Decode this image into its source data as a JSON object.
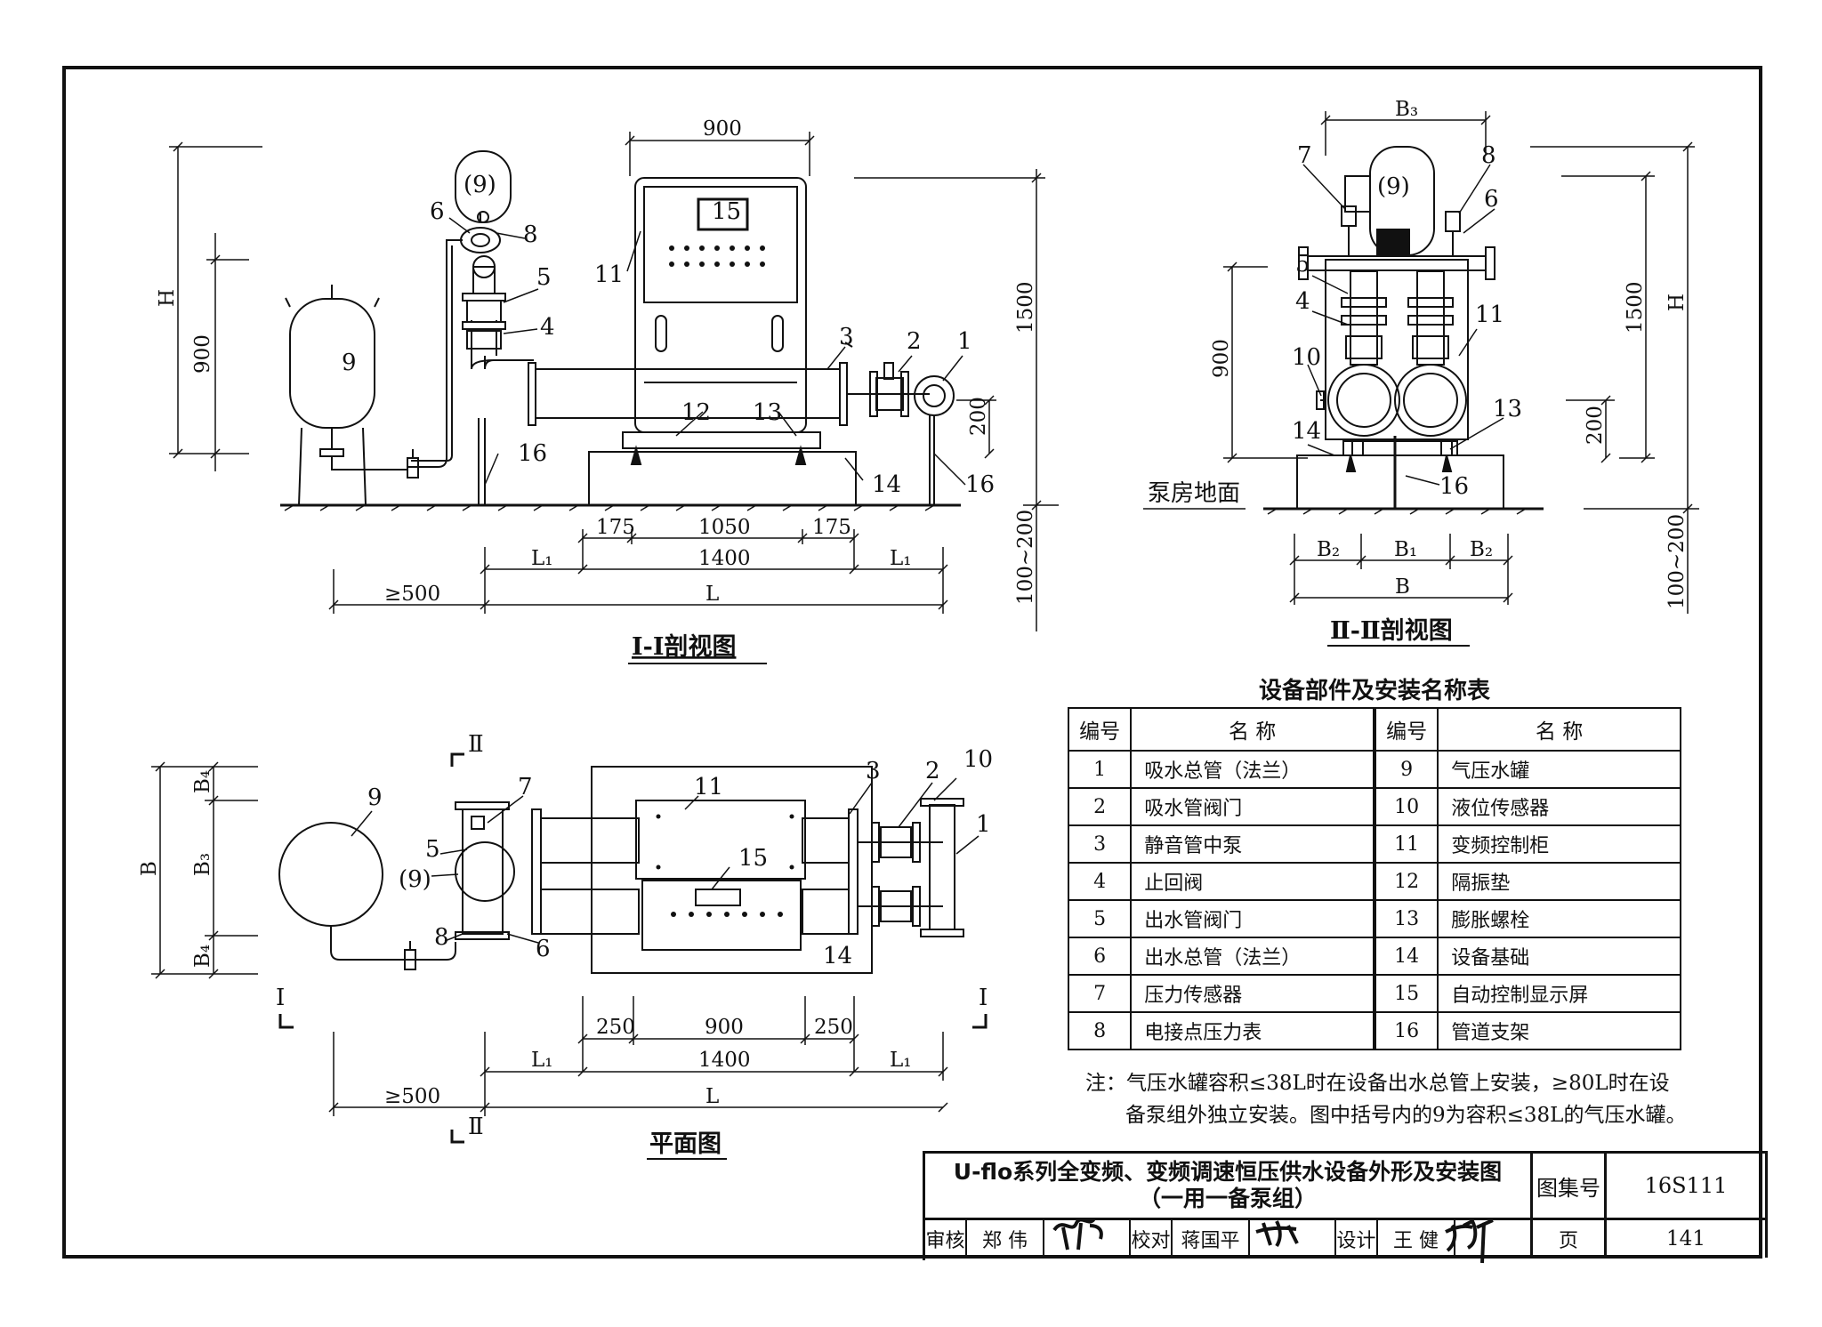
{
  "section1": {
    "caption": "Ⅰ-Ⅰ剖视图",
    "dims": {
      "d900": "900",
      "d1500": "1500",
      "d200": "200",
      "dH": "H",
      "dv900": "900",
      "d175a": "175",
      "d1050": "1050",
      "d175b": "175",
      "d1400": "1400",
      "dL1a": "L₁",
      "dL1b": "L₁",
      "d500": "≥500",
      "dL": "L",
      "d100_200": "100~200"
    },
    "labels": {
      "n1": "1",
      "n2": "2",
      "n3": "3",
      "n4": "4",
      "n5": "5",
      "n6": "6",
      "n8": "8",
      "n9": "9",
      "n9p": "(9)",
      "n11": "11",
      "n12": "12",
      "n13": "13",
      "n14": "14",
      "n15": "15",
      "n16a": "16",
      "n16b": "16"
    }
  },
  "section2": {
    "caption": "Ⅱ-Ⅱ剖视图",
    "floor_label": "泵房地面",
    "dims": {
      "dB3": "B₃",
      "d1500": "1500",
      "dH": "H",
      "d900": "900",
      "d200": "200",
      "d100_200": "100~200",
      "dB2a": "B₂",
      "dB1": "B₁",
      "dB2b": "B₂",
      "dB": "B"
    },
    "labels": {
      "n4": "4",
      "n5": "5",
      "n6": "6",
      "n7": "7",
      "n8": "8",
      "n9p": "(9)",
      "n10": "10",
      "n11": "11",
      "n13": "13",
      "n14": "14",
      "n16": "16"
    }
  },
  "plan": {
    "caption": "平面图",
    "section_marks": {
      "s2top": "Ⅱ",
      "s2bot": "Ⅱ",
      "s1left": "Ⅰ",
      "s1right": "Ⅰ"
    },
    "dims": {
      "dB": "B",
      "dB4a": "B₄",
      "dB3": "B₃",
      "dB4b": "B₄",
      "d250a": "250",
      "d900": "900",
      "d250b": "250",
      "d1400": "1400",
      "dL1a": "L₁",
      "dL1b": "L₁",
      "d500": "≥500",
      "dL": "L"
    },
    "labels": {
      "n1": "1",
      "n2": "2",
      "n3": "3",
      "n5": "5",
      "n6": "6",
      "n7": "7",
      "n8": "8",
      "n9": "9",
      "n9p": "(9)",
      "n10": "10",
      "n11": "11",
      "n14": "14",
      "n15": "15"
    }
  },
  "parts_table": {
    "caption": "设备部件及安装名称表",
    "header": {
      "no": "编号",
      "name": "名  称"
    },
    "rows": [
      {
        "no1": "1",
        "name1": "吸水总管（法兰）",
        "no2": "9",
        "name2": "气压水罐"
      },
      {
        "no1": "2",
        "name1": "吸水管阀门",
        "no2": "10",
        "name2": "液位传感器"
      },
      {
        "no1": "3",
        "name1": "静音管中泵",
        "no2": "11",
        "name2": "变频控制柜"
      },
      {
        "no1": "4",
        "name1": "止回阀",
        "no2": "12",
        "name2": "隔振垫"
      },
      {
        "no1": "5",
        "name1": "出水管阀门",
        "no2": "13",
        "name2": "膨胀螺栓"
      },
      {
        "no1": "6",
        "name1": "出水总管（法兰）",
        "no2": "14",
        "name2": "设备基础"
      },
      {
        "no1": "7",
        "name1": "压力传感器",
        "no2": "15",
        "name2": "自动控制显示屏"
      },
      {
        "no1": "8",
        "name1": "电接点压力表",
        "no2": "16",
        "name2": "管道支架"
      }
    ]
  },
  "note": {
    "line1": "注：气压水罐容积≤38L时在设备出水总管上安装，≥80L时在设",
    "line2": "备泵组外独立安装。图中括号内的9为容积≤38L的气压水罐。"
  },
  "title_block": {
    "title_line1": "U-flo系列全变频、变频调速恒压供水设备外形及安装图",
    "title_line2": "（一用一备泵组）",
    "atlas_label": "图集号",
    "atlas_no": "16S111",
    "review_label": "审核",
    "reviewer": "郑 伟",
    "check_label": "校对",
    "checker": "蒋国平",
    "design_label": "设计",
    "designer": "王 健",
    "page_label": "页",
    "page_no": "141"
  }
}
